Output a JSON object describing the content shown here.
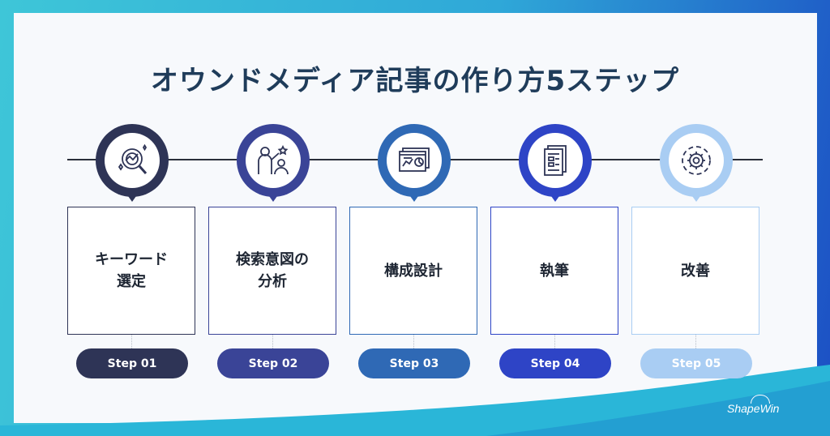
{
  "title": "オウンドメディア記事の作り方5ステップ",
  "steps": [
    {
      "label": "キーワード\n選定",
      "badge": "Step 01",
      "color": "#2e3456",
      "border": "#2e3456",
      "icon": "analytics-magnifier-icon"
    },
    {
      "label": "検索意図の\n分析",
      "badge": "Step 02",
      "color": "#3a4497",
      "border": "#3a4497",
      "icon": "person-presentation-icon"
    },
    {
      "label": "構成設計",
      "badge": "Step 03",
      "color": "#2f69b5",
      "border": "#2f69b5",
      "icon": "dashboard-chart-icon"
    },
    {
      "label": "執筆",
      "badge": "Step 04",
      "color": "#2e44c6",
      "border": "#2e44c6",
      "icon": "document-outline-icon"
    },
    {
      "label": "改善",
      "badge": "Step 05",
      "color": "#a9cdf3",
      "border": "#a9cdf3",
      "icon": "gear-cycle-icon"
    }
  ],
  "logo": "ShapeWin"
}
